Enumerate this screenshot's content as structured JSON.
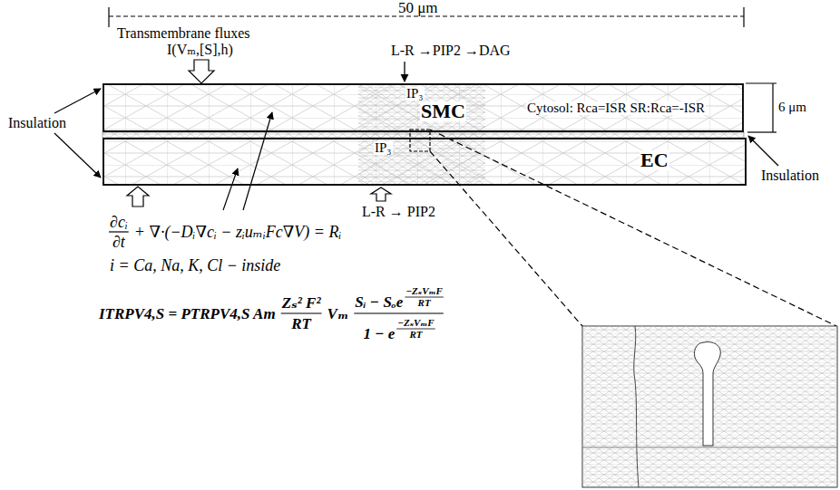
{
  "diagram": {
    "nodes": [
      {
        "text": [
          "SMC",
          "IP₃",
          "Cytosol: Rca=ISR SR:Rca=-ISR"
        ]
      },
      {
        "text": [
          "EC",
          "IP₃"
        ]
      }
    ],
    "labels": [
      "50 μm",
      "Transmembrane fluxes",
      "I(Vₘ,[S],h)",
      "L-R →PIP2 →DAG",
      "6 μm",
      "Insulation",
      "Insulation",
      "L-R → PIP2",
      "∂cᵢ",
      "∂t",
      "+ ∇·(−Dᵢ∇cᵢ − zᵢuₘᵢFc∇V) = Rᵢ",
      "i = Ca, Na, K, Cl − inside",
      "ITRPV4,S = PTRPV4,S Am",
      "Zₛ² F²",
      "RT",
      "Vₘ",
      "Sᵢ − Sₒe",
      "−ZₛVₘF",
      "RT",
      "1 − e",
      "−ZₛVₘF",
      "RT"
    ]
  }
}
